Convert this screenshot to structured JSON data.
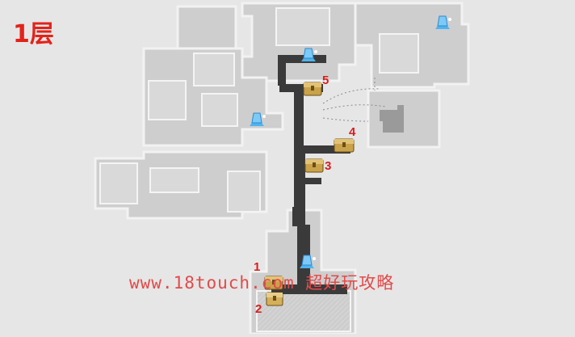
{
  "floor": {
    "label": "1层"
  },
  "watermark": {
    "text": "www.18touch.com 超好玩攻略"
  },
  "markers": {
    "m1": "1",
    "m2": "2",
    "m3": "3",
    "m4": "4",
    "m5": "5"
  },
  "icons": {
    "chest": "treasure-chest-icon",
    "teleport": "space-anchor-icon"
  },
  "colors": {
    "background": "#e6e6e6",
    "room_fill": "#cfcfcf",
    "room_stroke": "#f4f4f4",
    "path_dark": "#3a3a3a",
    "marker_red": "#d81e1e",
    "chest_gold": "#c9a24a",
    "teleport_blue": "#4fb3f0"
  }
}
